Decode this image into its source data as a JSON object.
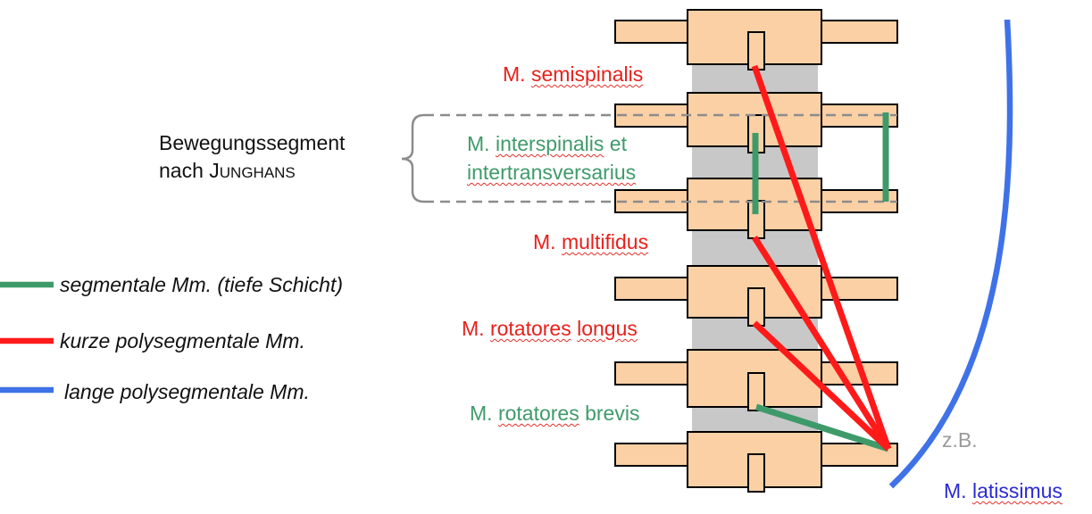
{
  "left_label": {
    "line1": "Bewegungssegment",
    "line2_prefix": "nach J",
    "line2_smallcaps": "UNGHANS"
  },
  "muscles": {
    "semispinalis": {
      "prefix": "M.",
      "name": "semispinalis"
    },
    "interspinalis": {
      "prefix": "M.",
      "name": "interspinalis",
      "suffix": "et",
      "line2": "intertransversarius"
    },
    "multifidus": {
      "prefix": "M.",
      "name": "multifidus"
    },
    "rotatores_longus": {
      "prefix": "M.",
      "name": "rotatores",
      "name2": "longus"
    },
    "rotatores_brevis": {
      "prefix": "M.",
      "name": "rotatores",
      "name2": "brevis"
    },
    "zb": "z.B.",
    "latissimus": {
      "prefix": "M.",
      "name": "latissimus"
    }
  },
  "legend": [
    {
      "text": "segmentale Mm. (tiefe Schicht)",
      "color": "#3f9a6a"
    },
    {
      "text": "kurze polysegmentale Mm.",
      "color": "#ff1a1a"
    },
    {
      "text": "lange polysegmentale Mm.",
      "color": "#3f72e8"
    }
  ],
  "colors": {
    "vertebra_fill": "#fbd0a5",
    "disc": "#c8c8c8",
    "short_polysegmental": "#ff1a1a",
    "segmental": "#3f9a6a",
    "long_polysegmental": "#3f72e8",
    "segment_bracket": "#8c8c8c"
  },
  "icons": {
    "bracket": "curly-brace-icon"
  }
}
